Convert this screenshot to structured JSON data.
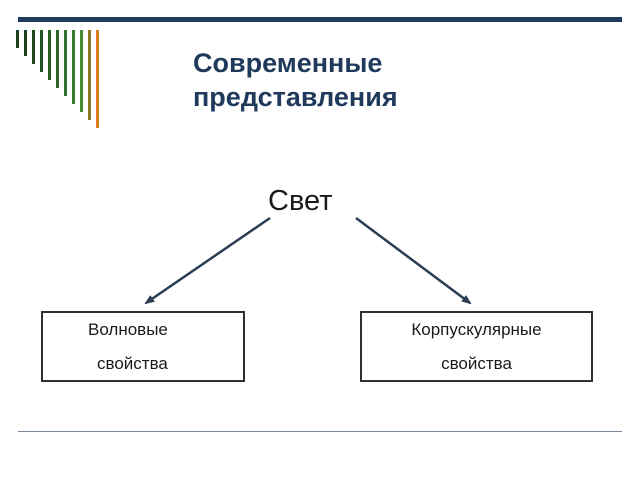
{
  "title": {
    "line1": "Современные",
    "line2": "представления"
  },
  "diagram": {
    "root": "Свет",
    "children": [
      {
        "line1": "Волновые",
        "line2": "свойства"
      },
      {
        "line1": "Корпускулярные",
        "line2": "свойства"
      }
    ]
  },
  "colors": {
    "title": "#1f3a5a",
    "rule": "#1f3a5a",
    "bar_dark": "#1e4d1e",
    "bar_green": "#3b7a2a",
    "bar_orange": "#e07a1f",
    "arrow": "#2a3d52"
  }
}
